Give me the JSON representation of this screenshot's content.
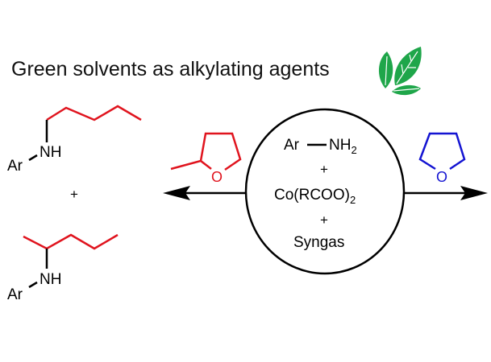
{
  "title": "Green solvents as alkylating agents",
  "colors": {
    "red": "#e0141e",
    "blue": "#1414d2",
    "leaf": "#1fa64a",
    "black": "#000000"
  },
  "icons": {
    "leaf": "leaf-icon"
  },
  "products": {
    "top": {
      "ar": "Ar",
      "nh": "NH"
    },
    "plus": "+",
    "bottom": {
      "ar": "Ar",
      "nh": "NH"
    }
  },
  "left_solvent": {
    "atom": "O"
  },
  "right_solvent": {
    "atom": "O"
  },
  "reagents": {
    "amine_ar": "Ar",
    "amine_nh": "NH",
    "amine_sub": "2",
    "plus1": "+",
    "catalyst": "Co(RCOO)",
    "catalyst_sub": "2",
    "plus2": "+",
    "gas": "Syngas"
  }
}
